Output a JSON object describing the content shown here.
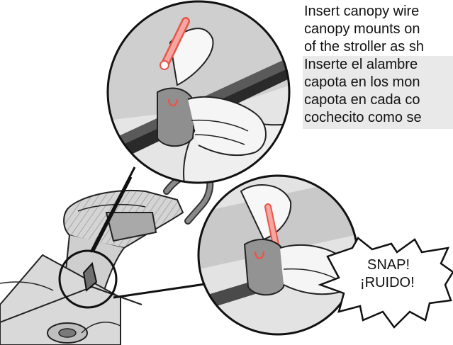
{
  "instructions": {
    "english_lines": [
      "Insert canopy wire",
      "canopy mounts on",
      "of the stroller as sh"
    ],
    "spanish_lines": [
      "Inserte el alambre",
      "capota en los mon",
      "capota en cada co",
      "cochecito como se"
    ]
  },
  "callout": {
    "line1": "SNAP!",
    "line2": "¡RUIDO!"
  },
  "colors": {
    "accent_red": "#e8554a",
    "highlight_pink": "#f4a7a0",
    "shading_gray": "#b8b8b8",
    "spanish_background": "#e9e9e9"
  },
  "icons": [
    "stroller-illustration",
    "canopy-wire-detail",
    "canopy-mount-detail",
    "hand-illustration",
    "snap-burst"
  ]
}
